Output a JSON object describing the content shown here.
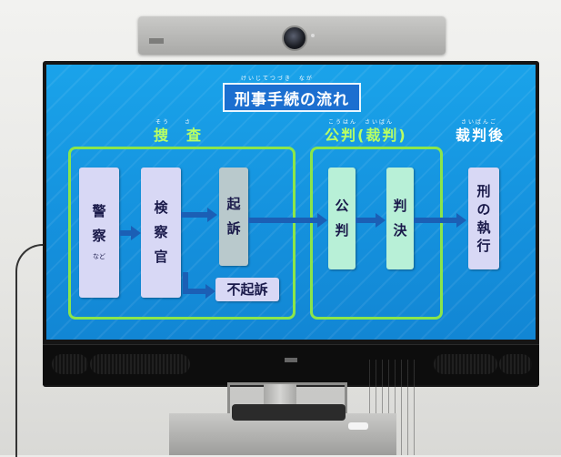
{
  "slide": {
    "title": "刑事手続の流れ",
    "title_ruby": "けいじてつづき　なが",
    "sections": {
      "investigation": {
        "label": "捜　査",
        "ruby": "そう　　さ"
      },
      "trial": {
        "label": "公判(裁判)",
        "ruby": "こうはん　さいばん"
      },
      "after_trial": {
        "label": "裁判後",
        "ruby": "さいばんご"
      }
    },
    "nodes": {
      "police": {
        "chars": [
          "警",
          "察"
        ],
        "note": "など"
      },
      "prosecutor": {
        "chars": [
          "検",
          "察",
          "官"
        ]
      },
      "indictment": {
        "chars": [
          "起",
          "訴"
        ]
      },
      "non_indictment": {
        "text": "不起訴"
      },
      "public_trial": {
        "chars": [
          "公",
          "判"
        ]
      },
      "judgment": {
        "chars": [
          "判",
          "決"
        ]
      },
      "execution": {
        "chars": [
          "刑",
          "の",
          "執",
          "行"
        ]
      }
    },
    "colors": {
      "background": "#1592de",
      "box_border": "#8be64a",
      "section_label": "#b9ff63",
      "arrow": "#1b5fb5",
      "node_lavender": "#d8d8f5",
      "node_green": "#b8f0d7",
      "node_grey": "#b9c9cc"
    }
  }
}
